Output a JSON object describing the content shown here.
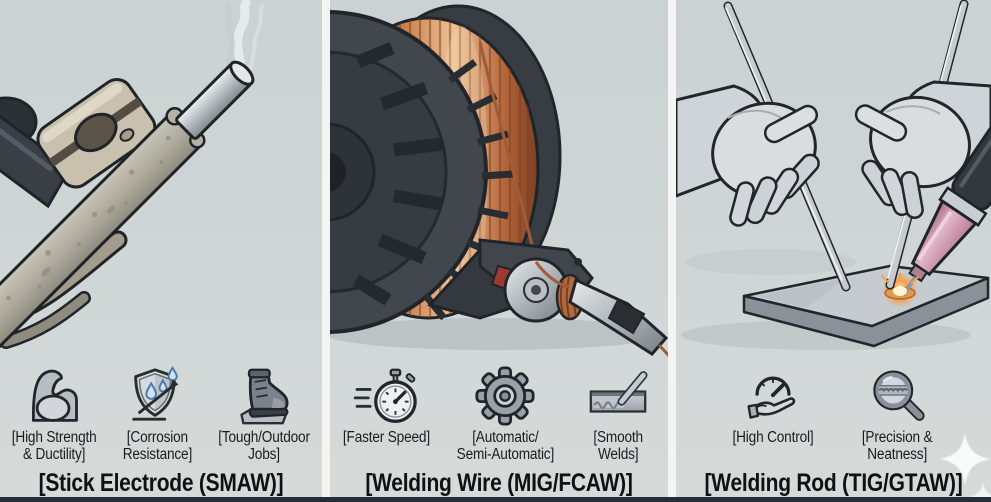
{
  "colors": {
    "background": "#d0d6d6",
    "divider": "#f4f5f3",
    "bottom_bar": "#272d34",
    "outline": "#22262b",
    "copper_wire": "#c4713f",
    "torch_pink": "#d4a0b8",
    "arc_orange": "#f0913d",
    "droplet_blue": "#cfe2f2",
    "title_text": "#0f1214",
    "label_text": "#1a1d20"
  },
  "panels": [
    {
      "id": "smaw",
      "title": "[Stick Electrode (SMAW)]",
      "illustration": "stick-electrode-in-holder-with-smoke",
      "features": [
        {
          "icon": "flexed-bicep-icon",
          "label": "[High Strength\n& Ductility]"
        },
        {
          "icon": "corrosion-shield-icon",
          "label": "[Corrosion\nResistance]"
        },
        {
          "icon": "work-boot-icon",
          "label": "[Tough/Outdoor\nJobs]"
        }
      ]
    },
    {
      "id": "mig-fcaw",
      "title": "[Welding Wire (MIG/FCAW)]",
      "illustration": "copper-wire-spool-feeding-mig-gun",
      "features": [
        {
          "icon": "stopwatch-speed-icon",
          "label": "[Faster Speed]"
        },
        {
          "icon": "gear-icon",
          "label": "[Automatic/\nSemi-Automatic]"
        },
        {
          "icon": "smooth-weld-bead-icon",
          "label": "[Smooth\nWelds]"
        }
      ]
    },
    {
      "id": "tig-gtaw",
      "title": "[Welding Rod (TIG/GTAW)]",
      "illustration": "gloved-hands-tig-torch-and-filler-rod",
      "features": [
        {
          "icon": "gauge-in-hand-icon",
          "label": "[High Control]"
        },
        {
          "icon": "magnifier-on-weld-icon",
          "label": "[Precision &\nNeatness]"
        }
      ]
    }
  ]
}
